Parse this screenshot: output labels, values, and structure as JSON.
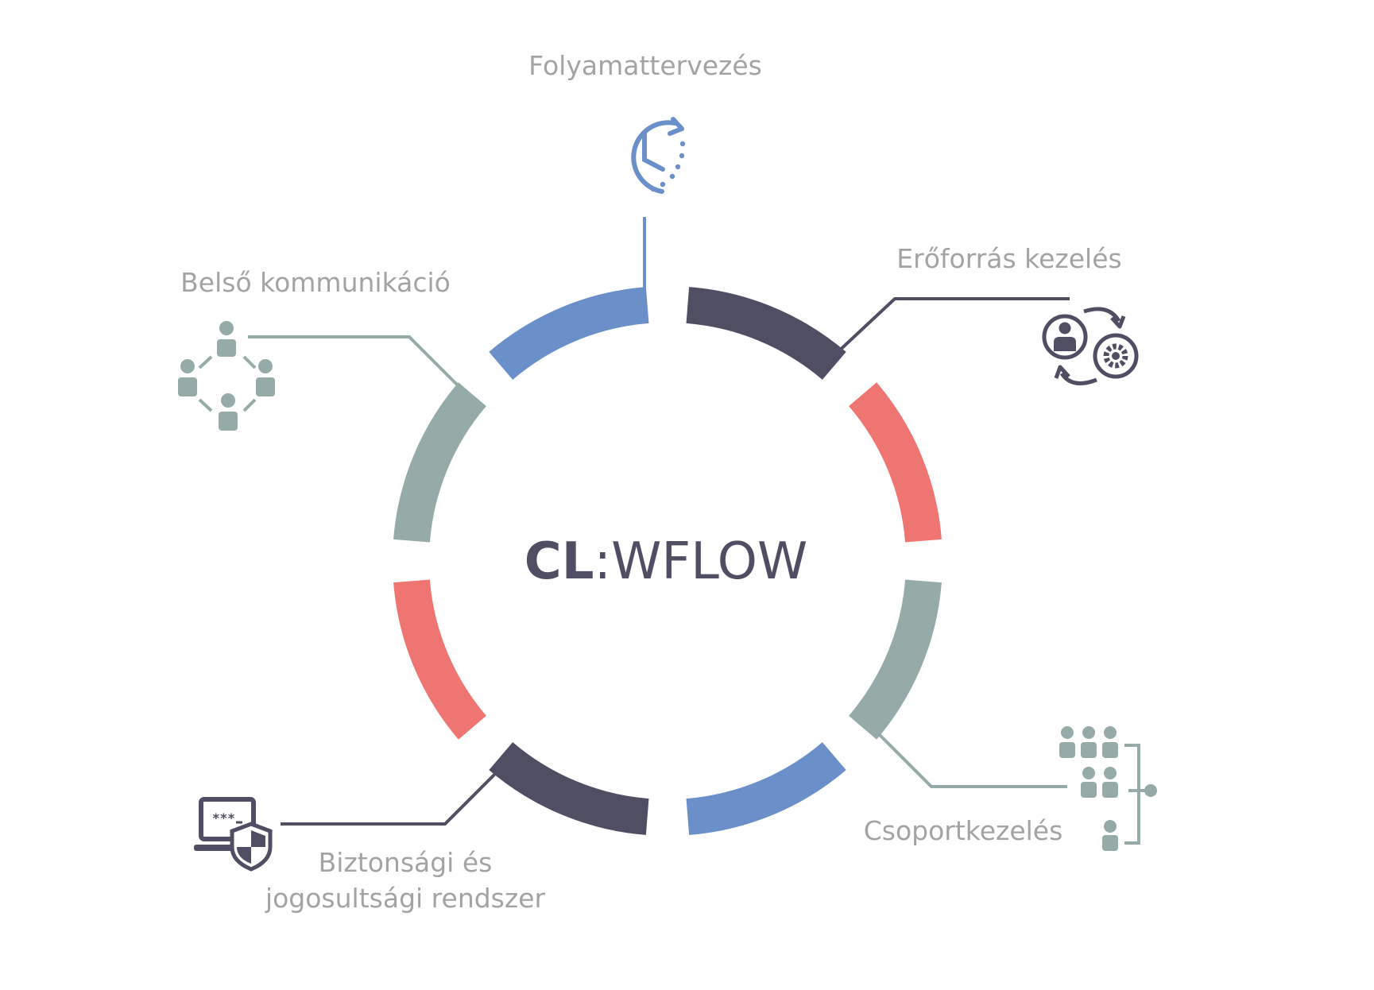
{
  "center": {
    "bold": "CL",
    "sep": ":",
    "light": "WFLOW"
  },
  "colors": {
    "blue": "#6b8fc9",
    "dark": "#504e62",
    "red": "#ef7572",
    "gray": "#96aba8",
    "label": "#a3a3a6"
  },
  "ring_segments": [
    {
      "color": "blue"
    },
    {
      "color": "dark"
    },
    {
      "color": "red"
    },
    {
      "color": "gray"
    },
    {
      "color": "blue"
    },
    {
      "color": "dark"
    },
    {
      "color": "red"
    },
    {
      "color": "gray"
    }
  ],
  "features": {
    "process": {
      "label": "Folyamattervezés",
      "icon": "clock-refresh-icon"
    },
    "resource": {
      "label": "Erőforrás kezelés",
      "icon": "user-gear-cycle-icon"
    },
    "group": {
      "label": "Csoportkezelés",
      "icon": "user-group-hierarchy-icon"
    },
    "security": {
      "label_line1": "Biztonsági és",
      "label_line2": "jogosultsági rendszer",
      "icon": "laptop-shield-icon"
    },
    "communication": {
      "label": "Belső kommunikáció",
      "icon": "people-network-icon"
    }
  }
}
